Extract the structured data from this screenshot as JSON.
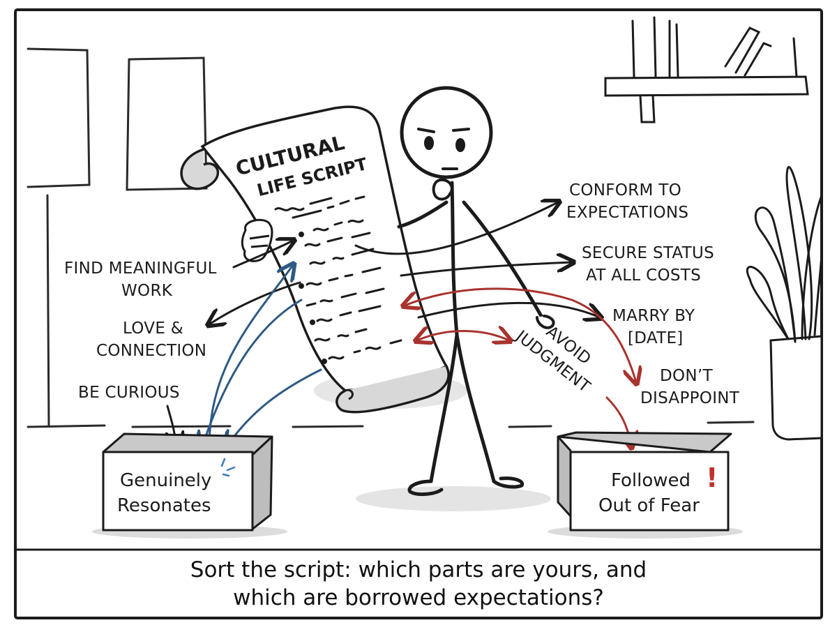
{
  "scroll": {
    "title_line1": "CULTURAL",
    "title_line2": "LIFE SCRIPT"
  },
  "labels": {
    "left": {
      "find_meaningful_line1": "FIND MEANINGFUL",
      "find_meaningful_line2": "WORK",
      "love_line1": "LOVE &",
      "love_line2": "CONNECTION",
      "curious": "BE CURIOUS"
    },
    "right": {
      "conform_line1": "CONFORM TO",
      "conform_line2": "EXPECTATIONS",
      "status_line1": "SECURE STATUS",
      "status_line2": "AT ALL COSTS",
      "marry_line1": "MARRY BY",
      "marry_line2": "[DATE]",
      "disappoint_line1": "DON’T",
      "disappoint_line2": "DISAPPOINT",
      "avoid_line1": "AVOID",
      "avoid_line2": "JUDGMENT"
    }
  },
  "boxes": {
    "left_line1": "Genuinely",
    "left_line2": "Resonates",
    "right_line1": "Followed",
    "right_line2": "Out of Fear",
    "right_mark": "!"
  },
  "caption": {
    "line1": "Sort the script: which parts are yours, and",
    "line2": "which are borrowed expectations?"
  },
  "colors": {
    "ink": "#1b1b1b",
    "blue_arrow": "#2e5a84",
    "red_arrow": "#a8322d",
    "box_side": "#c9c9c9",
    "shadow": "#dcdcdc"
  }
}
